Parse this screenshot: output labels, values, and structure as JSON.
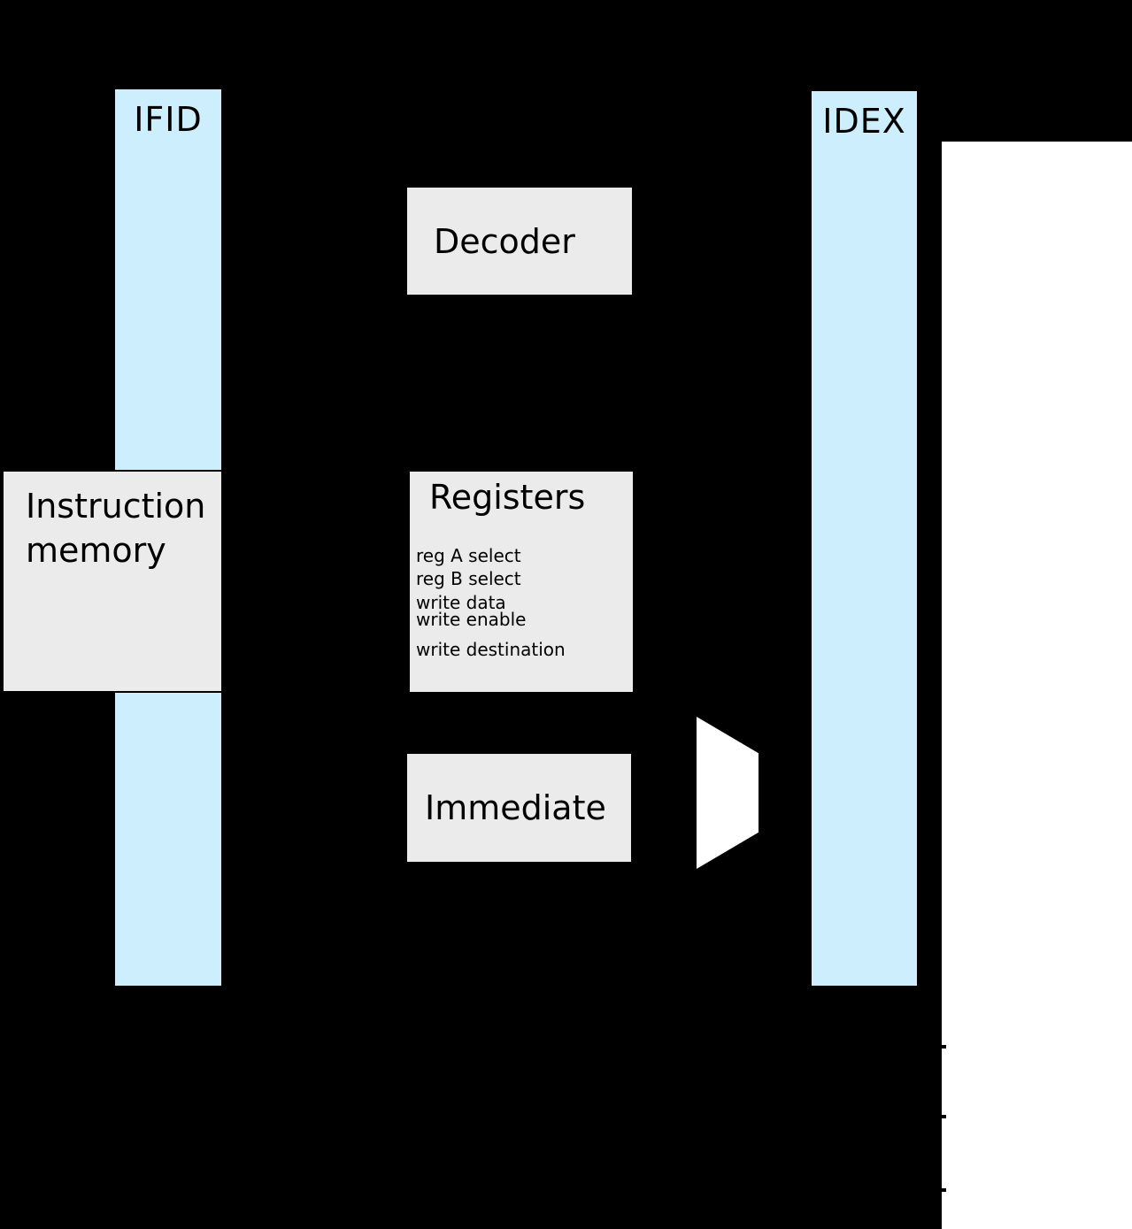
{
  "colors": {
    "background": "#000000",
    "pipeline_register_fill": "#cdeefc",
    "block_fill": "#ebebeb",
    "border": "#000000",
    "mux_fill": "#ffffff",
    "canvas_white": "#ffffff"
  },
  "pipeline_registers": [
    {
      "label": "IFID"
    },
    {
      "label": "IDEX"
    }
  ],
  "blocks": {
    "instruction_memory": {
      "label": "Instruction memory"
    },
    "decoder": {
      "label": "Decoder"
    },
    "registers": {
      "label": "Registers",
      "ports": [
        {
          "label": "reg A select"
        },
        {
          "label": "reg B select"
        },
        {
          "label": "write data"
        },
        {
          "label": "write enable"
        },
        {
          "label": "write destination"
        }
      ]
    },
    "immediate": {
      "label": "Immediate"
    }
  }
}
